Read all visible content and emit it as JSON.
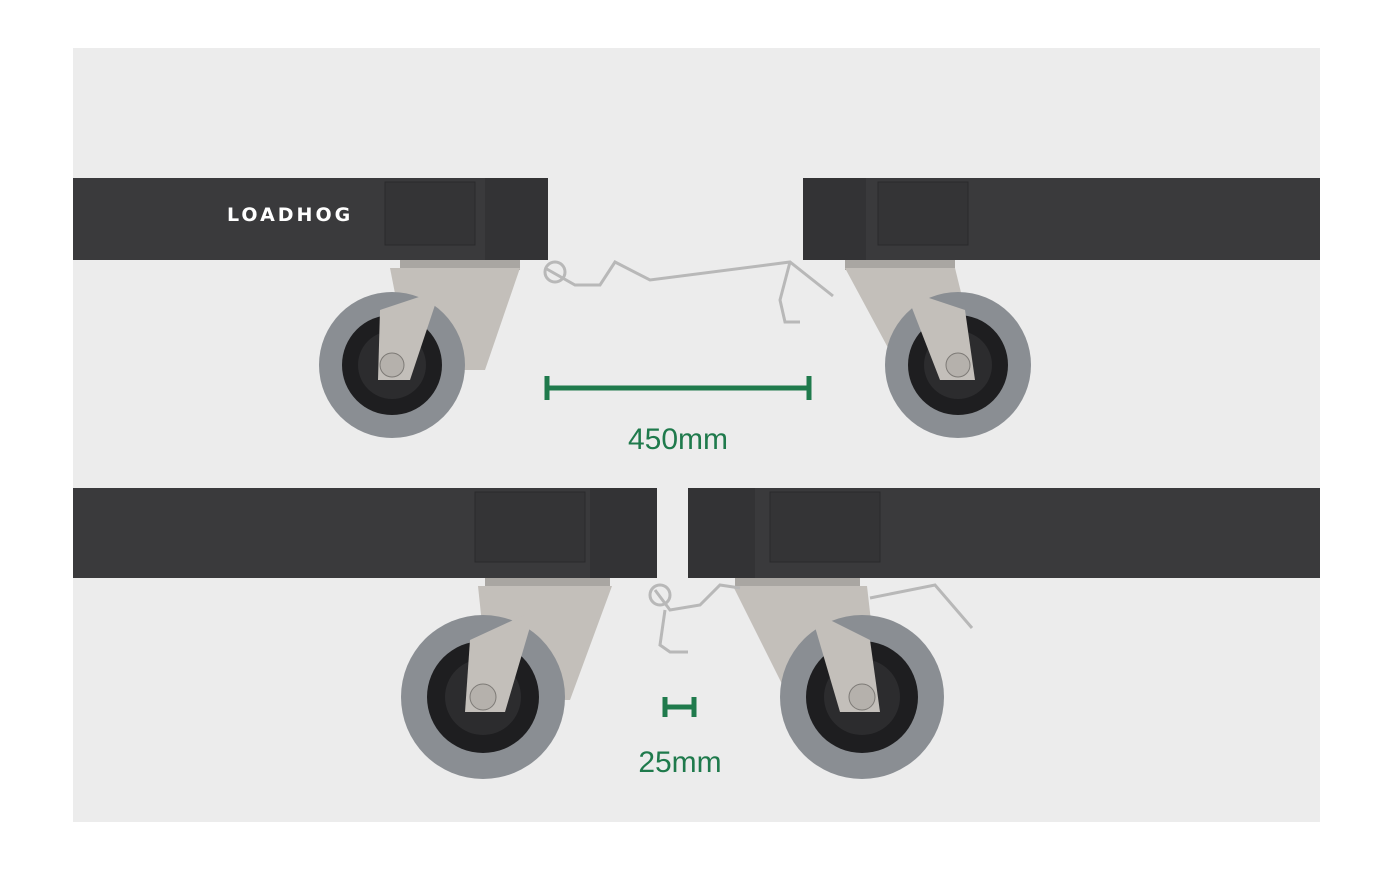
{
  "brand": {
    "logo_text": "LOADHOG"
  },
  "dimensions": {
    "separated": {
      "label": "450mm",
      "value_mm": 450
    },
    "joined": {
      "label": "25mm",
      "value_mm": 25
    }
  },
  "colors": {
    "background_panel": "#ececec",
    "beam": "#3a3a3c",
    "dimension_accent": "#1f7a4c",
    "wheel_tyre": "#8a8e93",
    "wheel_hub": "#1e1e20",
    "bracket": "#bdb9b4"
  }
}
